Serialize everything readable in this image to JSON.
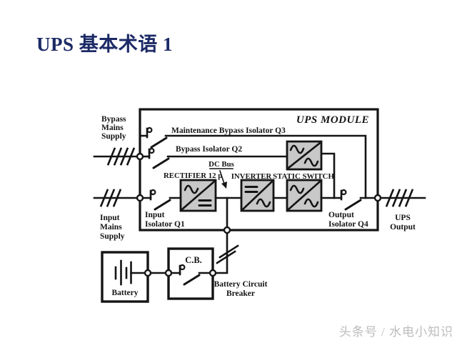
{
  "title": "UPS 基本术语 1",
  "watermark": "头条号 / 水电小知识",
  "colors": {
    "title-color": "#1c2a66",
    "watermark-color": "#bcbcbc",
    "line-color": "#141414",
    "box-fill": "#c8c8c8",
    "bg": "#ffffff"
  },
  "diagram": {
    "module_label": "UPS MODULE",
    "sources": {
      "bypass_supply": [
        "Bypass",
        "Mains",
        "Supply"
      ],
      "input_supply": [
        "Input",
        "Mains",
        "Supply"
      ]
    },
    "isolators": {
      "q3": "Maintenance Bypass Isolator Q3",
      "q2": "Bypass Isolator Q2",
      "q1": [
        "Input",
        "Isolator Q1"
      ],
      "q4": [
        "Output",
        "Isolator Q4"
      ]
    },
    "converters": {
      "rectifier": "RECTIFIER 12 p",
      "inverter": "INVERTER",
      "static_switch": "STATIC SWITCH"
    },
    "dc_bus": "DC Bus",
    "output": [
      "UPS",
      "Output"
    ],
    "battery": {
      "box_label": "Battery",
      "breaker_box_label": "C.B.",
      "breaker": [
        "Battery Circuit",
        "Breaker"
      ]
    }
  }
}
